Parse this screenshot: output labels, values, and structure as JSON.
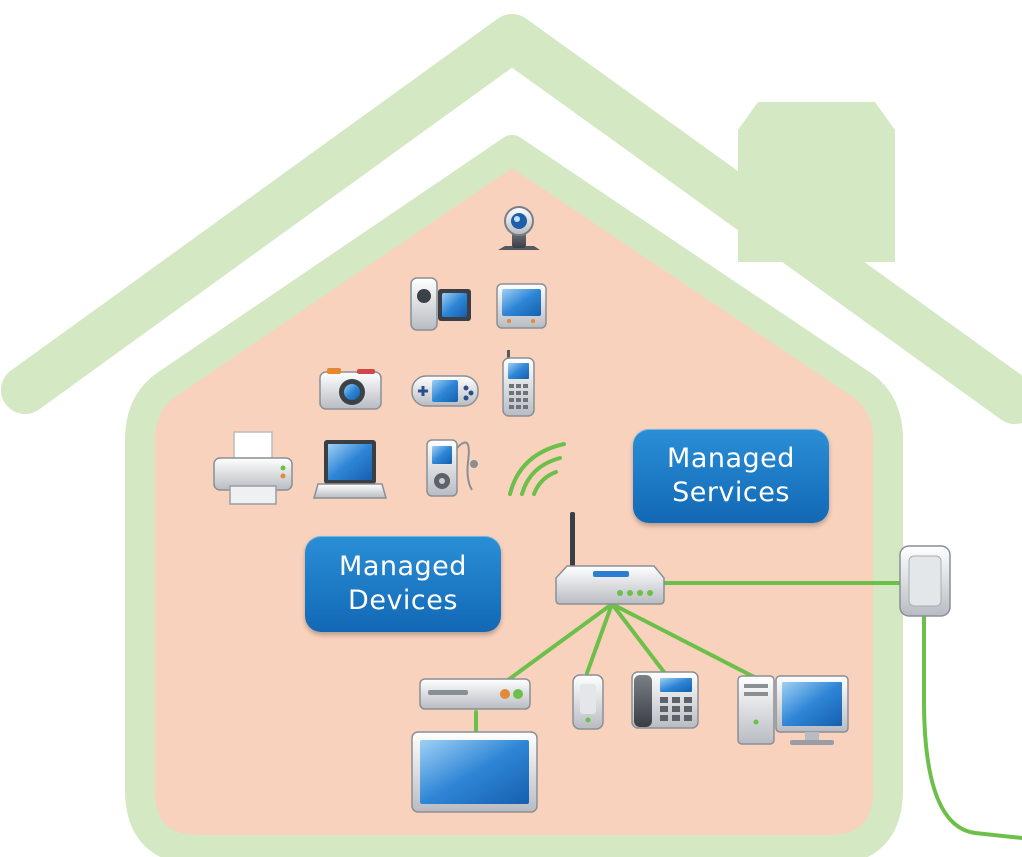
{
  "labels": {
    "managed_services": [
      "Managed",
      "Services"
    ],
    "managed_devices": [
      "Managed",
      "Devices"
    ]
  },
  "colors": {
    "house_outline": "#d3e8c3",
    "house_fill": "#f8d2bd",
    "cable": "#6cc04a",
    "label_bg": "#1a78c2",
    "label_text": "#ffffff",
    "screen": "#2c7fd0"
  },
  "icons": [
    "webcam-icon",
    "camcorder-icon",
    "portable-media-player-icon",
    "camera-icon",
    "handheld-game-console-icon",
    "mobile-phone-icon",
    "printer-icon",
    "laptop-icon",
    "mp3-player-icon",
    "wifi-signal-icon",
    "wireless-router-icon",
    "wall-plug-adapter-icon",
    "set-top-box-icon",
    "tv-icon",
    "powerline-adapter-icon",
    "desk-phone-icon",
    "desktop-computer-icon"
  ]
}
